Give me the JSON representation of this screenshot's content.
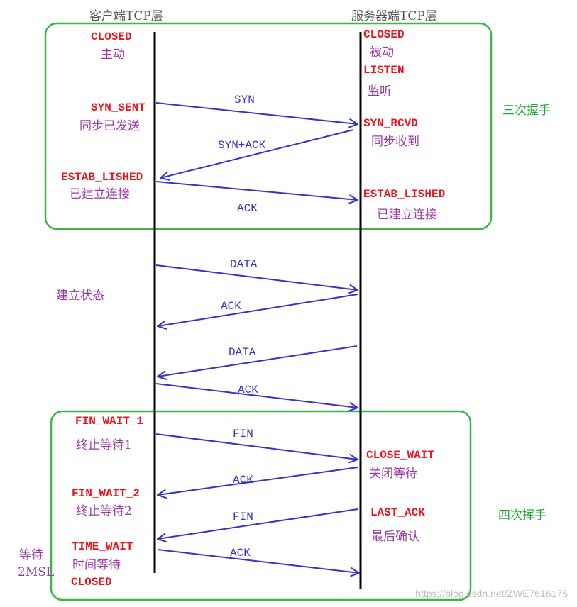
{
  "headers": {
    "client": "客户端TCP层",
    "server": "服务器端TCP层"
  },
  "client_states": {
    "closed": "CLOSED",
    "active": "主动",
    "syn_sent": "SYN_SENT",
    "syn_sent_cn": "同步已发送",
    "established": "ESTAB_LISHED",
    "established_cn": "已建立连接",
    "fin_wait_1": "FIN_WAIT_1",
    "fin_wait_1_cn": "终止等待1",
    "fin_wait_2": "FIN_WAIT_2",
    "fin_wait_2_cn": "终止等待2",
    "time_wait": "TIME_WAIT",
    "time_wait_cn": "时间等待",
    "closed_end": "CLOSED"
  },
  "server_states": {
    "closed": "CLOSED",
    "passive": "被动",
    "listen": "LISTEN",
    "listen_cn": "监听",
    "syn_rcvd": "SYN_RCVD",
    "syn_rcvd_cn": "同步收到",
    "established": "ESTAB_LISHED",
    "established_cn": "已建立连接",
    "close_wait": "CLOSE_WAIT",
    "close_wait_cn": "关闭等待",
    "last_ack": "LAST_ACK",
    "last_ack_cn": "最后确认"
  },
  "messages": {
    "syn": "SYN",
    "syn_ack": "SYN+ACK",
    "ack1": "ACK",
    "data1": "DATA",
    "ack2": "ACK",
    "data2": "DATA",
    "ack3": "ACK",
    "fin1": "FIN",
    "ack4": "ACK",
    "fin2": "FIN",
    "ack5": "ACK"
  },
  "side_labels": {
    "handshake": "三次握手",
    "established_state": "建立状态",
    "wave": "四次挥手",
    "wait_line1": "等待",
    "wait_line2": "2MSL"
  },
  "watermark": "https://blog.csdn.net/ZWE7616175",
  "colors": {
    "state_red": "#e8141e",
    "cn_purple": "#9b3aa6",
    "arrow_blue": "#3333cc",
    "box_green": "#3fb449",
    "label_green": "#22a838",
    "header_gray": "#555555",
    "timeline": "#000000"
  }
}
